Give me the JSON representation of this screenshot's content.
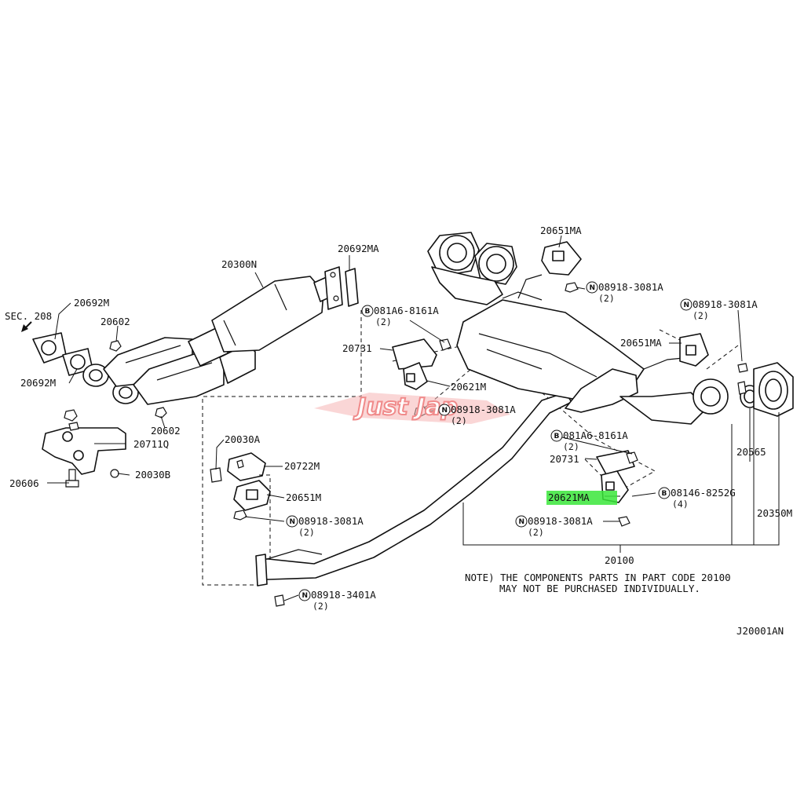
{
  "diagram": {
    "code": "J20001AN",
    "section_ref": "SEC. 208",
    "watermark": "Just Jap",
    "highlight_color": "#39e639",
    "watermark_color": "#f08a8a",
    "note_line1": "NOTE) THE COMPONENTS PARTS IN PART CODE 20100",
    "note_line2": "MAY NOT BE PURCHASED INDIVIDUALLY.",
    "labels": {
      "p20300N": "20300N",
      "p20692MA": "20692MA",
      "p20692M_top": "20692M",
      "p20602_top": "20602",
      "p20692M_left": "20692M",
      "p20602_bot": "20602",
      "p20711Q": "20711Q",
      "p20606": "20606",
      "p20030B": "20030B",
      "p20030A": "20030A",
      "p20722M": "20722M",
      "p20651M": "20651M",
      "p08918_3081A_left": "08918-3081A",
      "qty_left_3081": "(2)",
      "p08918_3401A": "08918-3401A",
      "qty_3401": "(2)",
      "p081A6_top": "081A6-8161A",
      "qty_081A6_top": "(2)",
      "p20731_top": "20731",
      "p20621M": "20621M",
      "p08918_3081A_mid": "08918-3081A",
      "qty_mid_3081": "(2)",
      "p20651MA_top": "20651MA",
      "p08918_3081A_top": "08918-3081A",
      "qty_top_3081": "(2)",
      "p08918_3081A_right": "08918-3081A",
      "qty_right_3081": "(2)",
      "p20651MA_right": "20651MA",
      "p081A6_right": "081A6-8161A",
      "qty_081A6_right": "(2)",
      "p20731_right": "20731",
      "p20621MA": "20621MA",
      "p08146": "08146-8252G",
      "qty_08146": "(4)",
      "p08918_3081A_bot": "08918-3081A",
      "qty_bot_3081": "(2)",
      "p20565": "20565",
      "p20350M": "20350M",
      "p20100": "20100"
    },
    "markers": {
      "b": "B",
      "n": "N"
    }
  }
}
